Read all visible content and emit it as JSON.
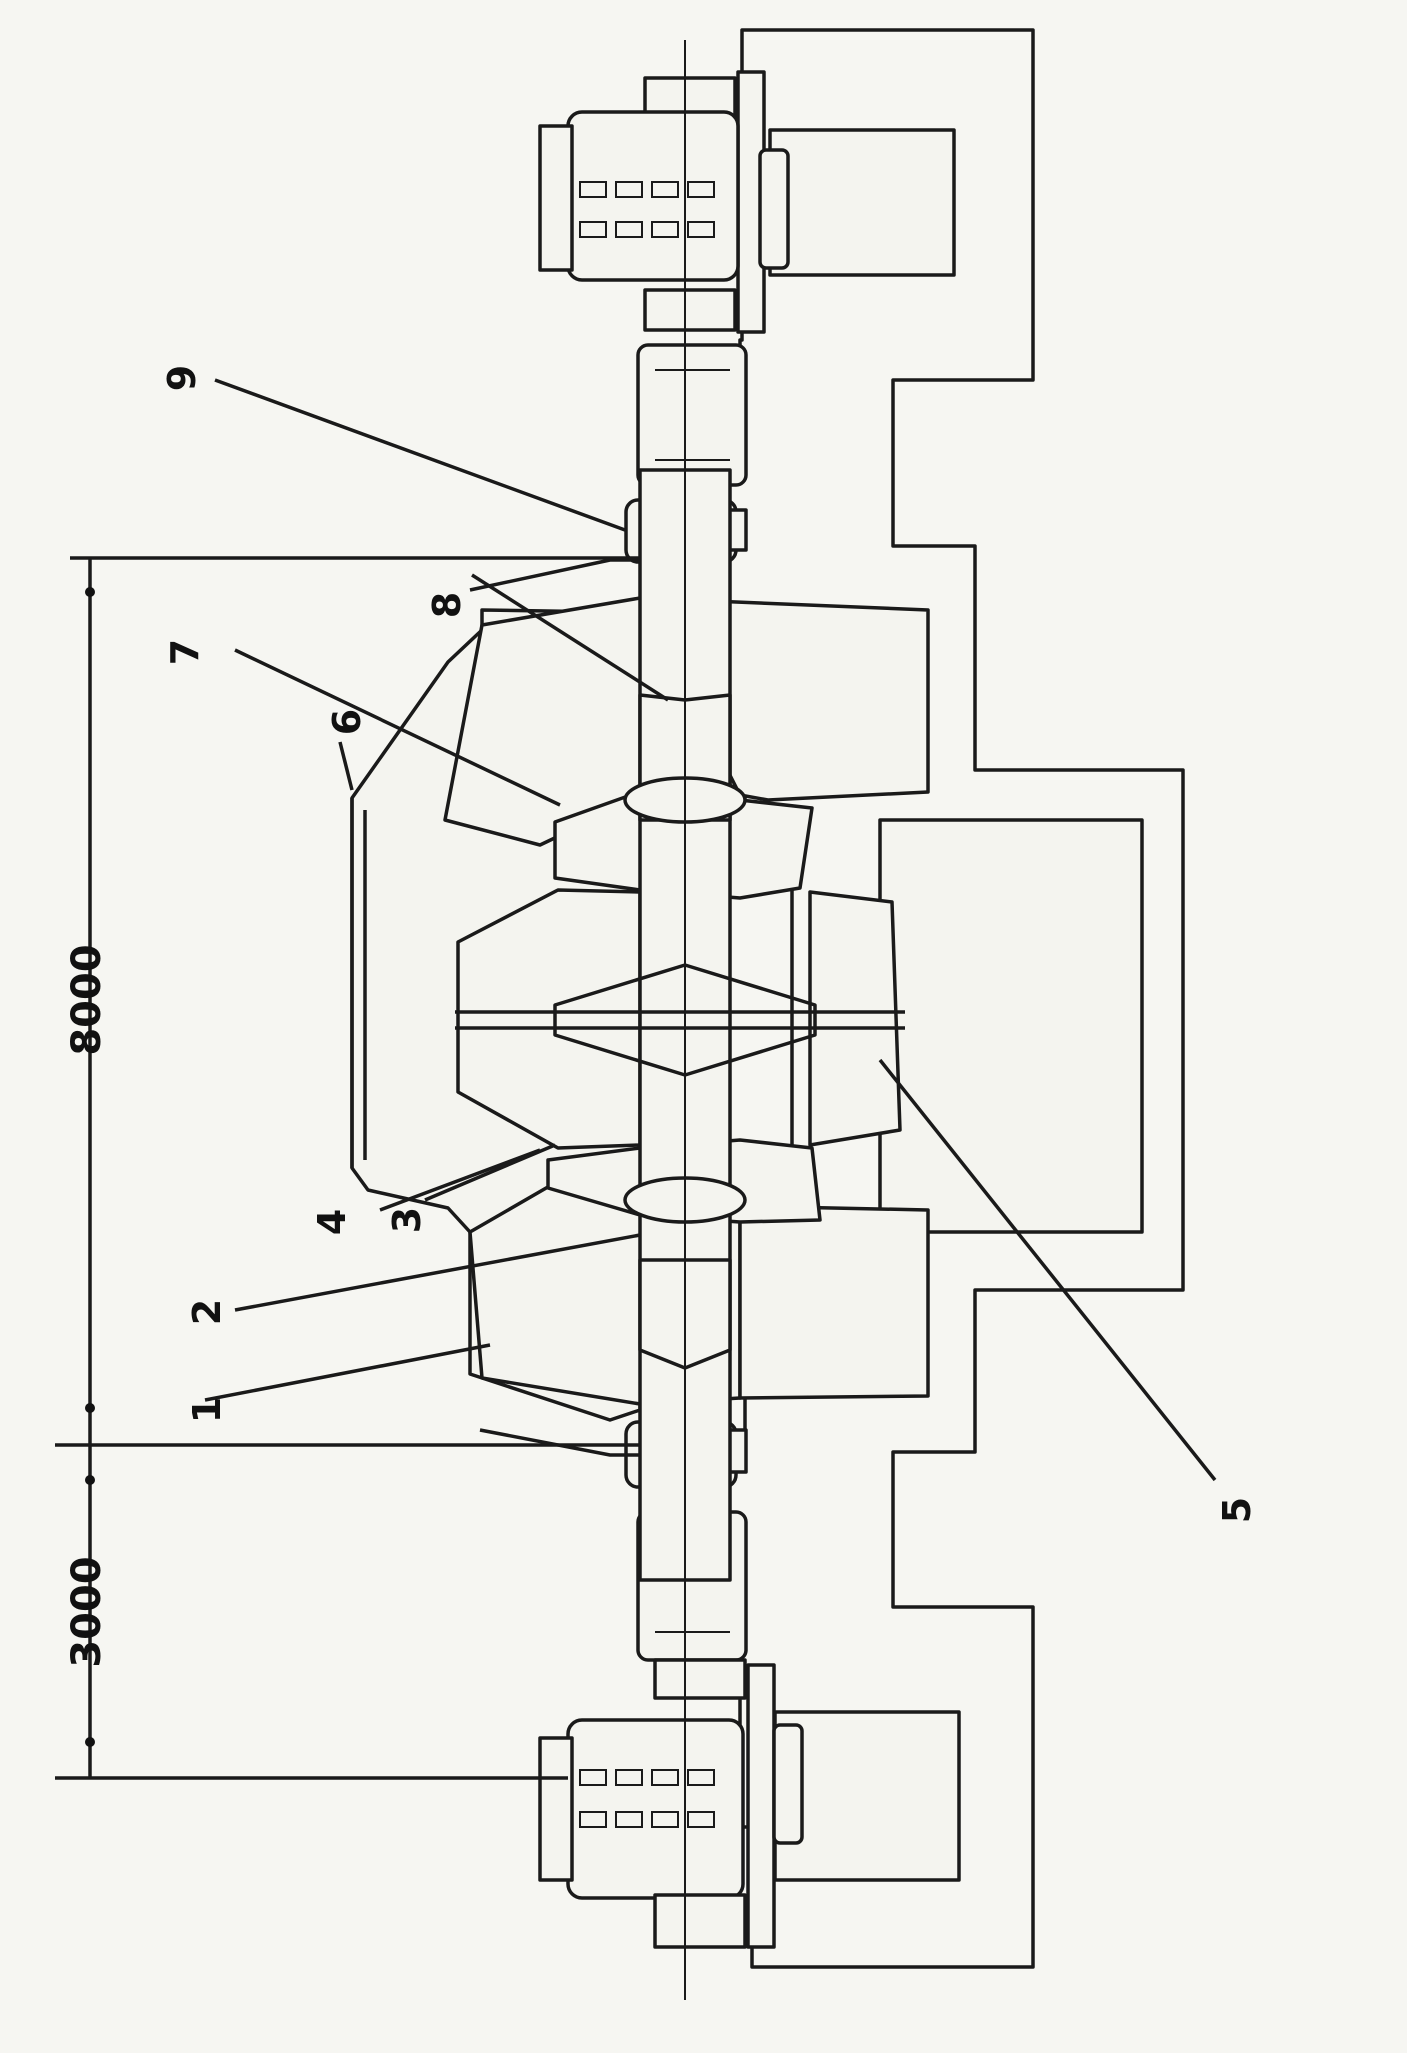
{
  "labels": {
    "l1": "1",
    "l2": "2",
    "l3": "3",
    "l4": "4",
    "l5": "5",
    "l6": "6",
    "l7": "7",
    "l8": "8",
    "l9": "9"
  },
  "dimensions": {
    "main": "8000",
    "side": "3000"
  }
}
